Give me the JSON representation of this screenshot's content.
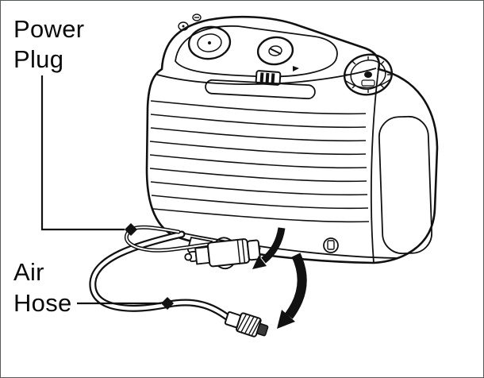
{
  "diagram": {
    "labels": {
      "power_plug": {
        "line1": "Power",
        "line2": "Plug"
      },
      "air_hose": {
        "line1": "Air",
        "line2": "Hose"
      }
    },
    "icons": {
      "callout_marker": "diamond-marker",
      "direction_arrow": "curved-down-arrow"
    },
    "colors": {
      "ink": "#111111",
      "background": "#ffffff"
    }
  }
}
